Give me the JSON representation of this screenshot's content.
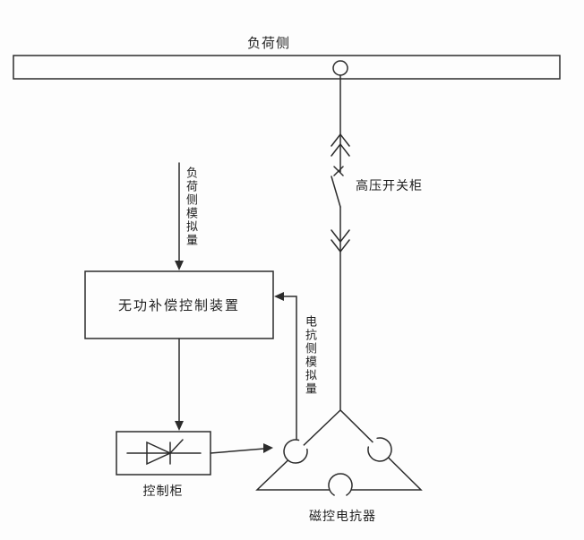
{
  "diagram": {
    "bus": {
      "label": "负荷侧"
    },
    "switchgear": {
      "label": "高压开关柜"
    },
    "controller": {
      "label": "无功补偿控制装置"
    },
    "cabinet": {
      "label": "控制柜"
    },
    "reactor": {
      "label": "磁控电抗器"
    },
    "signals": {
      "load_analog": "负荷侧模拟量",
      "reactor_analog": "电抗侧模拟量"
    }
  },
  "colors": {
    "line": "#2c2c2c",
    "background": "#fdfdfd",
    "text": "#1f1f1f"
  }
}
